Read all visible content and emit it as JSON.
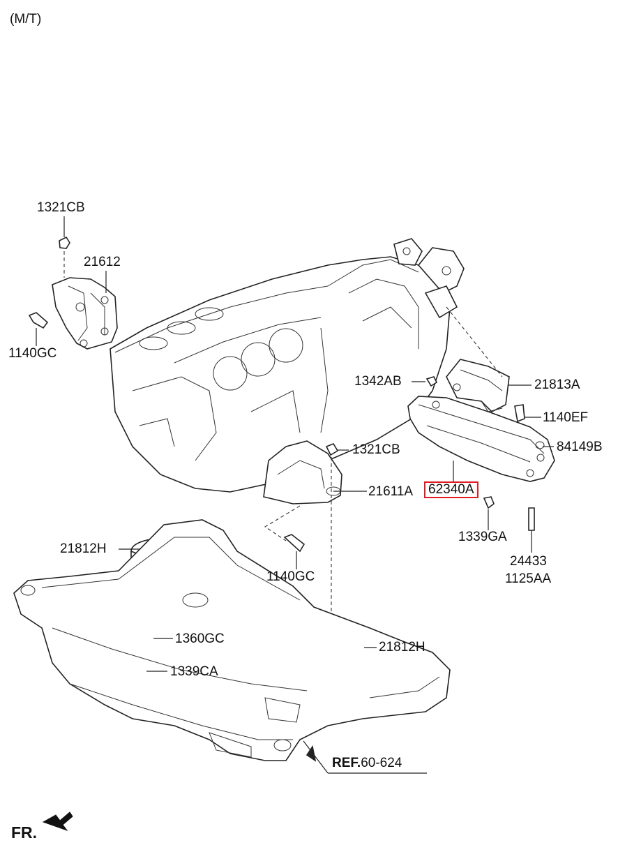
{
  "header": {
    "variant": "(M/T)"
  },
  "footer": {
    "front_label": "FR."
  },
  "callouts": [
    {
      "id": "1321CB-top",
      "text": "1321CB"
    },
    {
      "id": "21612",
      "text": "21612"
    },
    {
      "id": "1140GC-left",
      "text": "1140GC"
    },
    {
      "id": "1342AB",
      "text": "1342AB"
    },
    {
      "id": "21813A",
      "text": "21813A"
    },
    {
      "id": "1140EF",
      "text": "1140EF"
    },
    {
      "id": "1321CB-mid",
      "text": "1321CB"
    },
    {
      "id": "84149B",
      "text": "84149B"
    },
    {
      "id": "21611A",
      "text": "21611A"
    },
    {
      "id": "62340A",
      "text": "62340A",
      "highlight_color": "#e11b22"
    },
    {
      "id": "1339GA",
      "text": "1339GA"
    },
    {
      "id": "24433",
      "text": "24433"
    },
    {
      "id": "1125AA",
      "text": "1125AA"
    },
    {
      "id": "21812H-left",
      "text": "21812H"
    },
    {
      "id": "1140GC-mid",
      "text": "1140GC"
    },
    {
      "id": "1360GC",
      "text": "1360GC"
    },
    {
      "id": "21812H-right",
      "text": "21812H"
    },
    {
      "id": "1339CA",
      "text": "1339CA"
    }
  ],
  "reference": {
    "prefix": "REF.",
    "number": "60-624"
  }
}
